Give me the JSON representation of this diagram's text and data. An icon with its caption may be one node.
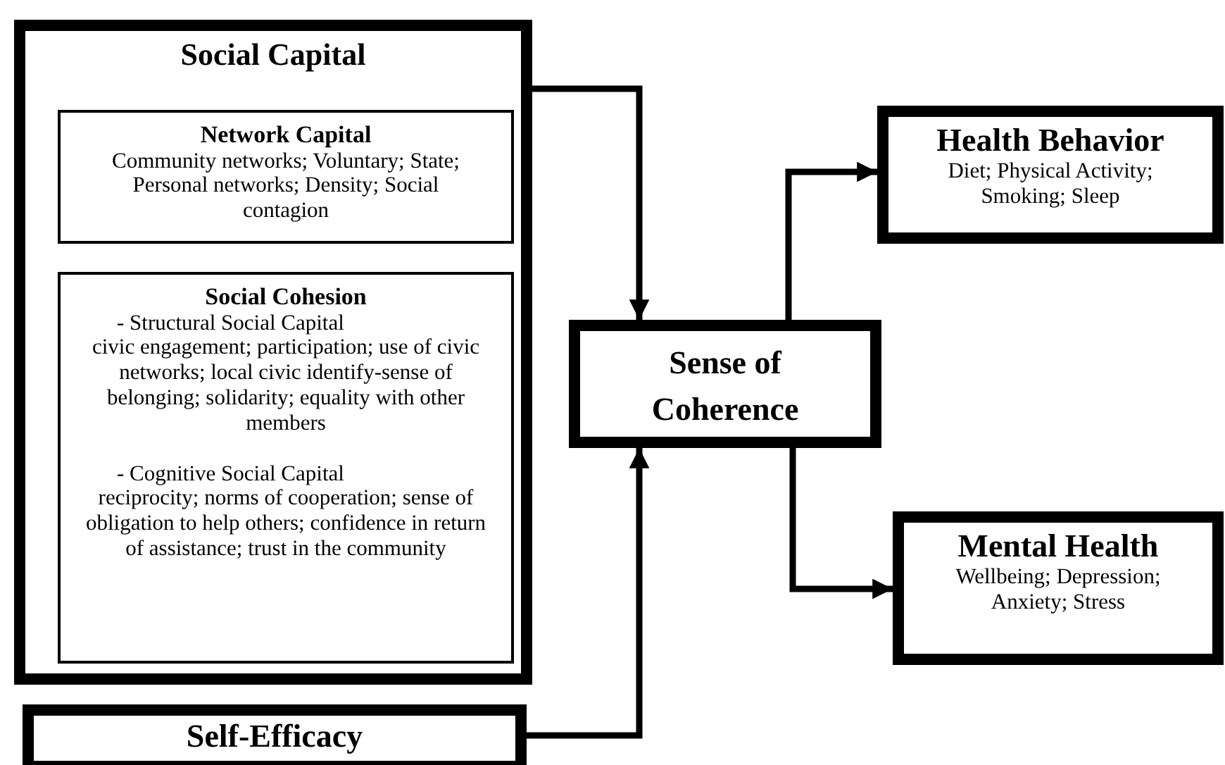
{
  "diagram": {
    "nodes": [
      {
        "text": [
          "Social Capital"
        ]
      },
      {
        "text": [
          "Network Capital",
          "Community networks; Voluntary; State; Personal networks; Density; Social contagion"
        ],
        "in": 0
      },
      {
        "text": [
          "Social Cohesion",
          "- Structural Social Capital",
          "civic engagement; participation; use of civic networks; local civic identify-sense of belonging; solidarity; equality with other members",
          "- Cognitive Social Capital",
          "reciprocity; norms of cooperation; sense of obligation to help others; confidence in return of assistance; trust in the community"
        ],
        "in": 0
      },
      {
        "text": [
          "Self-Efficacy"
        ]
      },
      {
        "text": [
          "Sense of Coherence"
        ]
      },
      {
        "text": [
          "Health Behavior",
          "Diet; Physical Activity; Smoking; Sleep"
        ]
      },
      {
        "text": [
          "Mental Health",
          "Wellbeing; Depression; Anxiety; Stress"
        ]
      }
    ],
    "edges": [
      {
        "from": 0,
        "to": 4,
        "arrow": "to"
      },
      {
        "from": 3,
        "to": 4,
        "arrow": "to"
      },
      {
        "from": 4,
        "to": 5,
        "arrow": "to"
      },
      {
        "from": 4,
        "to": 6,
        "arrow": "to"
      }
    ]
  }
}
